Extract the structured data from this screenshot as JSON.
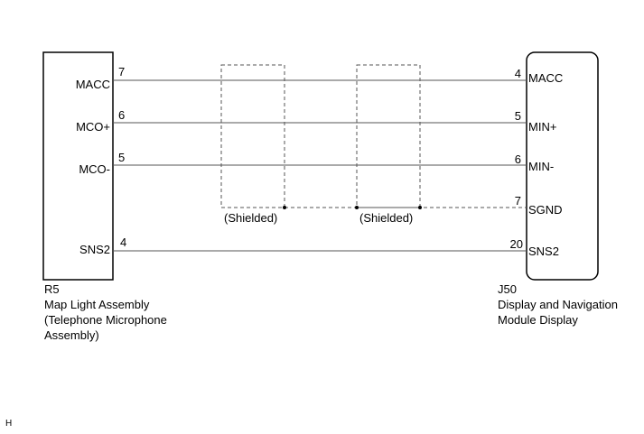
{
  "left_component": {
    "code": "R5",
    "name_lines": [
      "Map Light Assembly",
      "(Telephone Microphone",
      "Assembly)"
    ],
    "pins": [
      {
        "label": "MACC",
        "number": "7"
      },
      {
        "label": "MCO+",
        "number": "6"
      },
      {
        "label": "MCO-",
        "number": "5"
      },
      {
        "label": "SNS2",
        "number": "4"
      }
    ]
  },
  "right_component": {
    "code": "J50",
    "name_lines": [
      "Display and Navigation",
      "Module Display"
    ],
    "pins": [
      {
        "label": "MACC",
        "number": "4"
      },
      {
        "label": "MIN+",
        "number": "5"
      },
      {
        "label": "MIN-",
        "number": "6"
      },
      {
        "label": "SGND",
        "number": "7"
      },
      {
        "label": "SNS2",
        "number": "20"
      }
    ]
  },
  "shields": [
    {
      "label": "(Shielded)"
    },
    {
      "label": "(Shielded)"
    }
  ],
  "page_code": "H",
  "colors": {
    "wire": "#555555",
    "outline": "#000000",
    "background": "#ffffff"
  }
}
